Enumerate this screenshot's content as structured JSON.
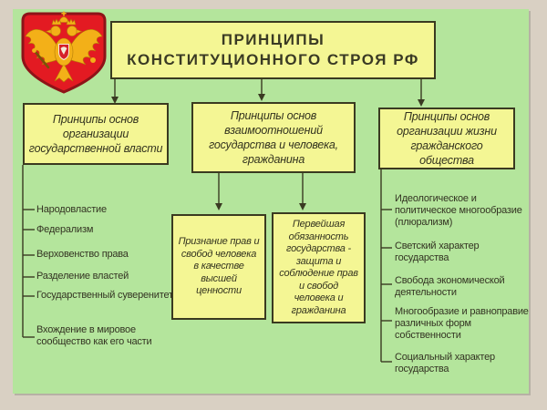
{
  "title": {
    "line1": "ПРИНЦИПЫ",
    "line2": "КОНСТИТУЦИОННОГО СТРОЯ РФ"
  },
  "branches": {
    "left": {
      "header": "Принципы основ организации государственной власти",
      "items": [
        "Народовластие",
        "Федерализм",
        "Верховенство права",
        "Разделение властей",
        "Государственный суверенитет",
        "Вхождение в мировое сообщество как его части"
      ]
    },
    "middle": {
      "header": "Принципы основ взаимоотношений государства и человека, гражданина",
      "boxes": [
        "Признание прав и свобод человека в качестве высшей ценности",
        "Первейшая обязанность государства - защита и соблюдение прав и свобод человека и гражданина"
      ]
    },
    "right": {
      "header": "Принципы основ организации жизни гражданского общества",
      "items": [
        "Идеологическое и политическое многообразие (плюрализм)",
        "Светский характер государства",
        "Свобода экономической деятельности",
        "Многообразие и равноправие различных форм собственности",
        "Социальный характер государства"
      ]
    }
  },
  "colors": {
    "frame": "#d9d0c3",
    "panel_green": "#b4e59c",
    "box_yellow": "#f4f694",
    "border_dark": "#3a3a20",
    "shield_red": "#e31a22",
    "eagle_gold": "#f3b018"
  }
}
